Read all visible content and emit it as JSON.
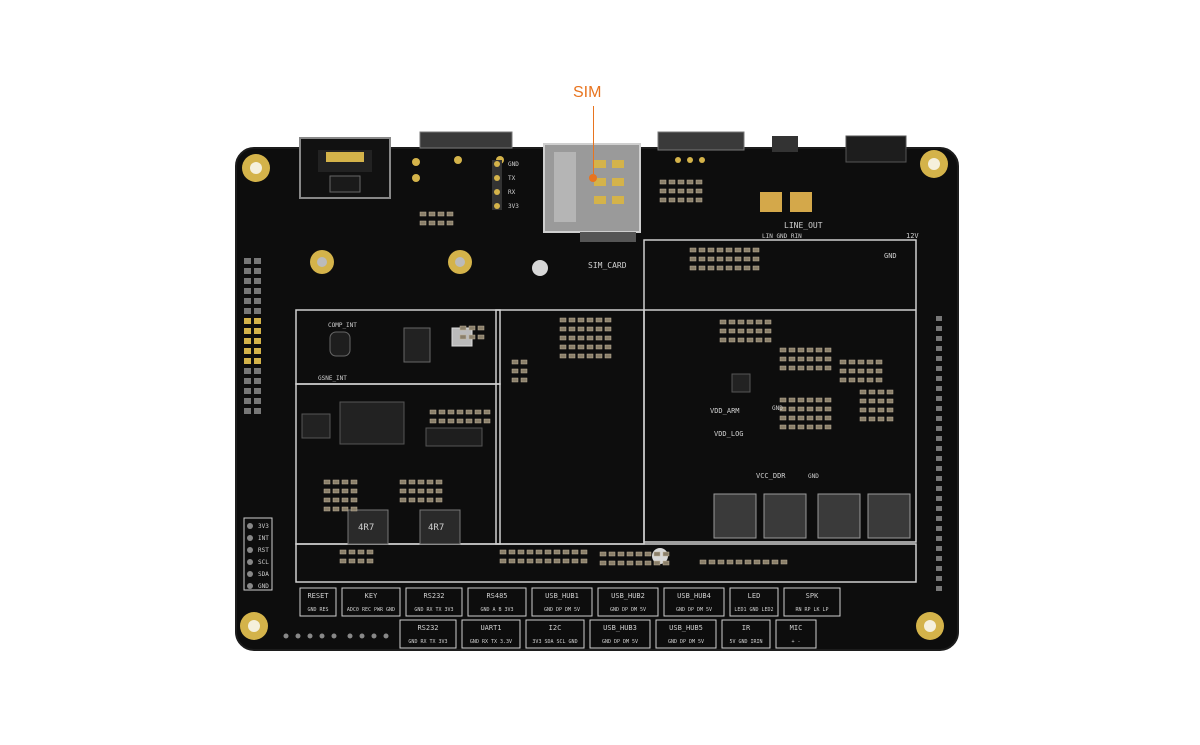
{
  "callout": {
    "label": "SIM"
  },
  "board": {
    "colors": {
      "pcb": "#0d0d0d",
      "silk": "#cfcfcf",
      "gold": "#d4b34a",
      "accent": "#e8741f"
    },
    "silk_labels": {
      "sim_card": "SIM_CARD",
      "line_out": "LINE_OUT",
      "line_out_pins": "LIN  GND  RIN",
      "v12": "12V",
      "gnd_top": "GND",
      "comp_int": "COMP_INT",
      "gsne_int": "GSNE_INT",
      "vdd_arm": "VDD_ARM",
      "vdd_log": "VDD_LOG",
      "vcc_ddr": "VCC_DDR",
      "gnd_mid": "GND",
      "gnd_mid2": "GND",
      "inductor_1": "4R7",
      "inductor_2": "4R7"
    },
    "uart_header": [
      "GND",
      "TX",
      "RX",
      "3V3"
    ],
    "left_header": [
      "3V3",
      "INT",
      "RST",
      "SCL",
      "SDA",
      "GND"
    ],
    "connectors_top": [
      {
        "name": "RESET",
        "pins": "GND RES"
      },
      {
        "name": "KEY",
        "pins": "ADC0 REC PWR GND"
      },
      {
        "name": "RS232",
        "pins": "GND RX TX 3V3"
      },
      {
        "name": "RS485",
        "pins": "GND A B 3V3"
      },
      {
        "name": "USB_HUB1",
        "pins": "GND DP DM 5V"
      },
      {
        "name": "USB_HUB2",
        "pins": "GND DP DM 5V"
      },
      {
        "name": "USB_HUB4",
        "pins": "GND DP DM 5V"
      },
      {
        "name": "LED",
        "pins": "LED1 GND LED2"
      },
      {
        "name": "SPK",
        "pins": "RN RP LK LP"
      }
    ],
    "connectors_bottom": [
      {
        "name": "RS232",
        "pins": "GND RX TX 3V3"
      },
      {
        "name": "UART1",
        "pins": "GND RX TX 3.3V"
      },
      {
        "name": "I2C",
        "pins": "3V3 SDA SCL GND"
      },
      {
        "name": "USB_HUB3",
        "pins": "GND DP DM 5V"
      },
      {
        "name": "USB_HUB5",
        "pins": "GND DP DM 5V"
      },
      {
        "name": "IR",
        "pins": "5V GND IRIN"
      },
      {
        "name": "MIC",
        "pins": "+ -"
      }
    ]
  }
}
